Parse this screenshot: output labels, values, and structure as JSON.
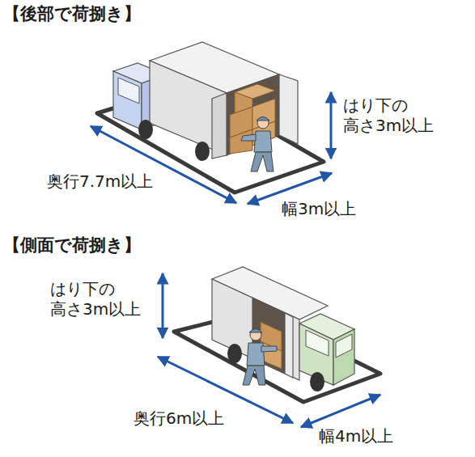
{
  "diagram": {
    "labels": [
      "【後部で荷捌き】",
      "はり下の 高さ3m以上",
      "奥行7.7m以上",
      "幅3m以上",
      "【側面で荷捌き】",
      "はり下の 高さ3m以上",
      "奥行6m以上",
      "幅4m以上"
    ]
  }
}
